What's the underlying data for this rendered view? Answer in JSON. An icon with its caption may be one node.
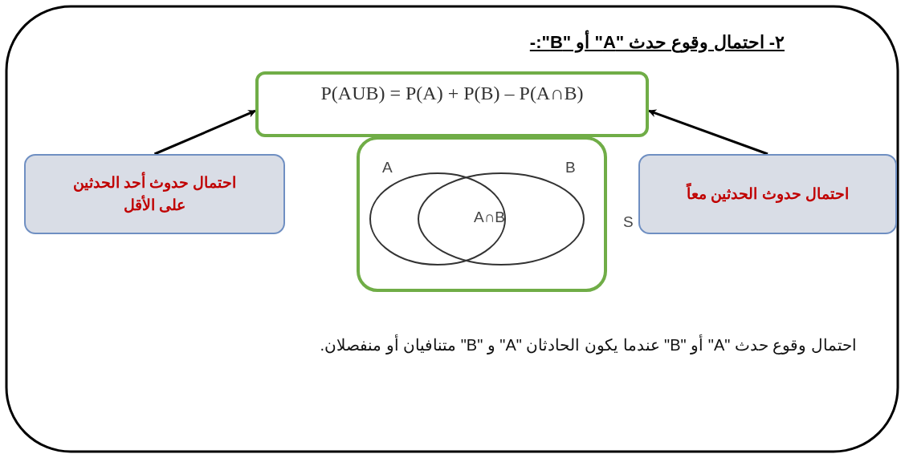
{
  "diagram": {
    "title": "٢- احتمال وقوع حدث \"A\" أو \"B\":-",
    "nodes": [
      {
        "text": [
          "P(AUB) = P(A) + P(B) – P(A∩B)"
        ]
      },
      {
        "text": [
          "احتمال حدوث أحد الحدثين على الأقل"
        ]
      },
      {
        "text": [
          "احتمال حدوث الحدثين معاً"
        ]
      }
    ],
    "edges": [
      {
        "from": 1,
        "to": 0,
        "arrow": "to"
      },
      {
        "from": 2,
        "to": 0,
        "arrow": "to"
      }
    ],
    "labels": [
      "A",
      "B",
      "A∩B",
      "S",
      "احتمال وقوع حدث \"A\" أو \"B\" عندما يكون الحادثان \"A\" و \"B\" متنافيان أو منفصلان."
    ]
  }
}
